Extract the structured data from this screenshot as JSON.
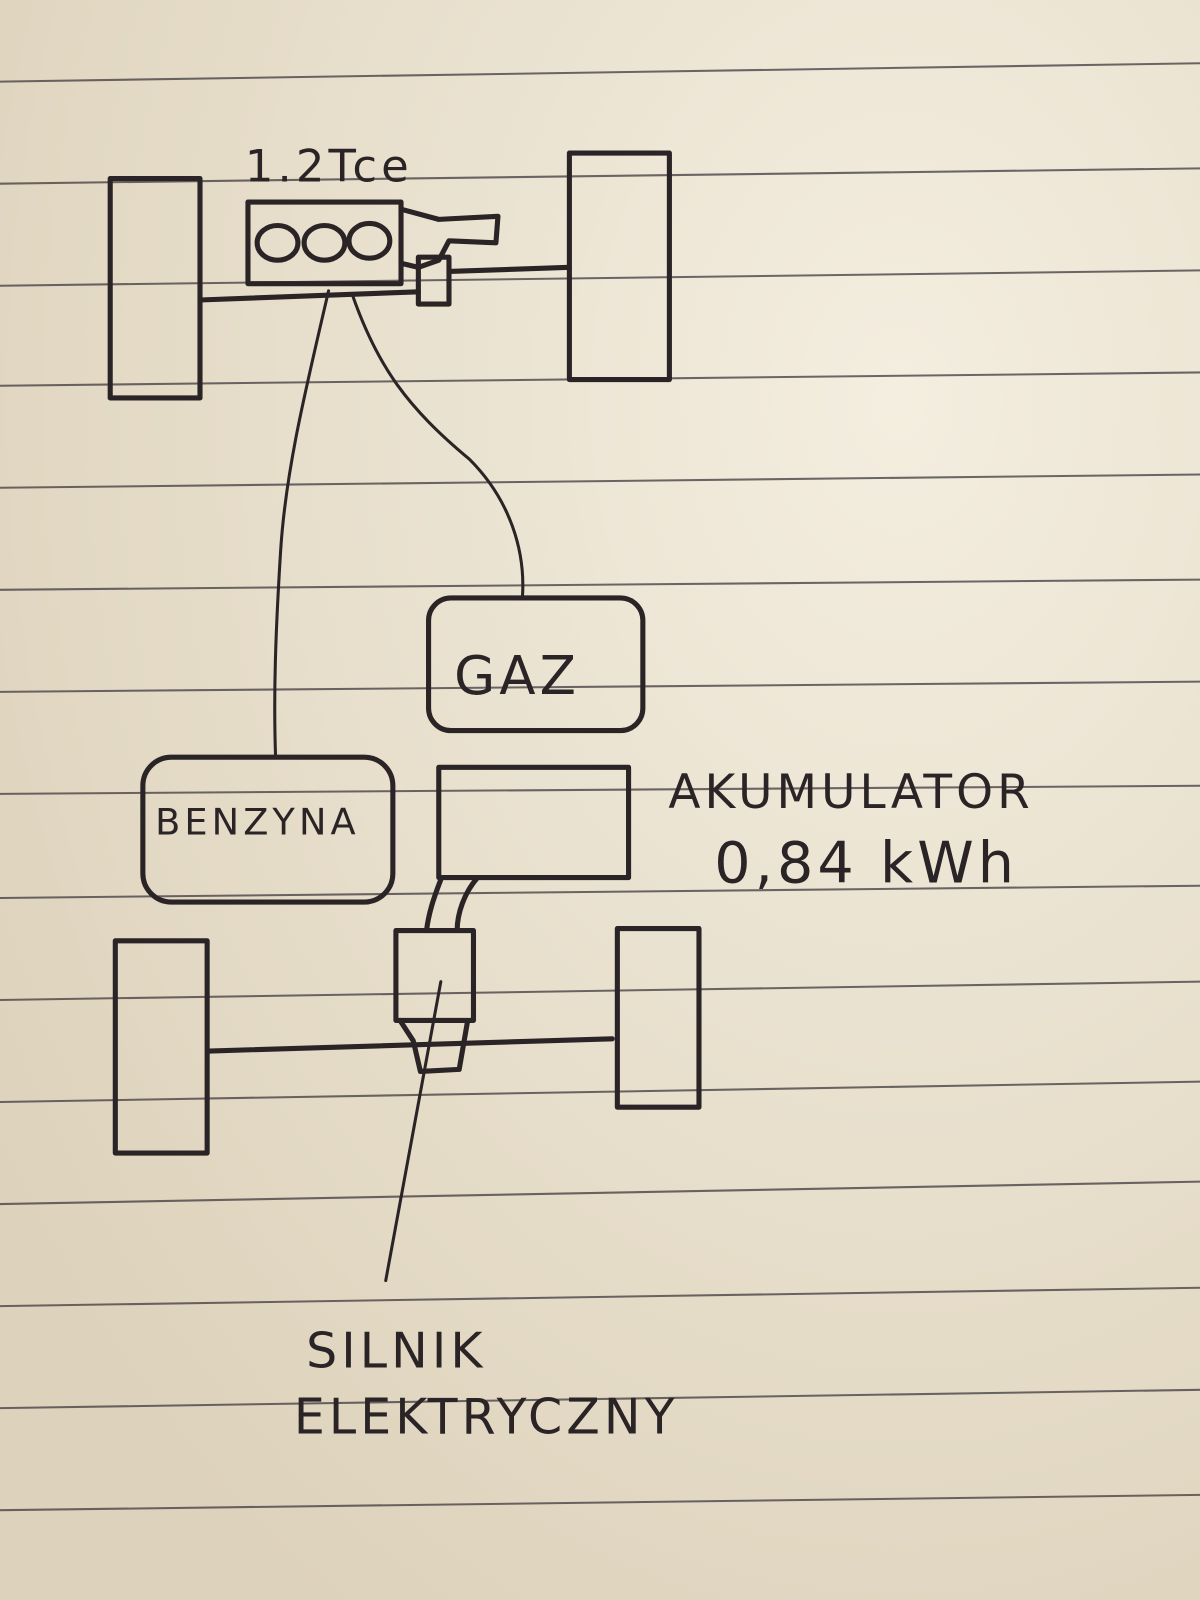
{
  "diagram": {
    "engine_label": "1.2Tce",
    "gas_tank_label": "GAZ",
    "petrol_tank_label": "BENZYNA",
    "battery_label": "AKUMULATOR",
    "battery_capacity": "0,84 kWh",
    "motor_label_line1": "SILNIK",
    "motor_label_line2": "ELEKTRYCZNY"
  },
  "colors": {
    "paper": "#ece3cf",
    "ink": "#2a2426",
    "rule": "#4a4448"
  }
}
